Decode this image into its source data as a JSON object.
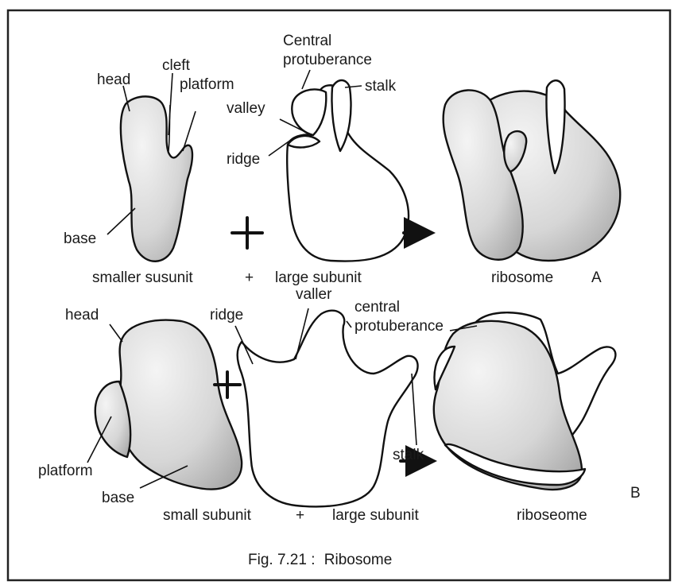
{
  "figure": {
    "caption_label": "Fig. 7.21 :",
    "caption_title": "Ribosome",
    "panel_a": {
      "small_subunit_labels": {
        "head": "head",
        "cleft": "cleft",
        "platform": "platform",
        "base": "base"
      },
      "large_subunit_labels": {
        "central": "Central",
        "protuberance": "protuberance",
        "stalk": "stalk",
        "valley": "valley",
        "ridge": "ridge"
      },
      "bottom": {
        "small": "smaller susunit",
        "plus": "+",
        "large": "large subunit",
        "result": "ribosome",
        "letter": "A"
      }
    },
    "panel_b": {
      "small_subunit_labels": {
        "head": "head",
        "platform": "platform",
        "base": "base"
      },
      "large_subunit_labels": {
        "ridge": "ridge",
        "valler": "valler",
        "central": "central",
        "protuberance": "protuberance",
        "stalk": "stalk"
      },
      "bottom": {
        "small": "small subunit",
        "plus": "+",
        "large": "large subunit",
        "result": "riboseome",
        "letter": "B"
      }
    }
  }
}
